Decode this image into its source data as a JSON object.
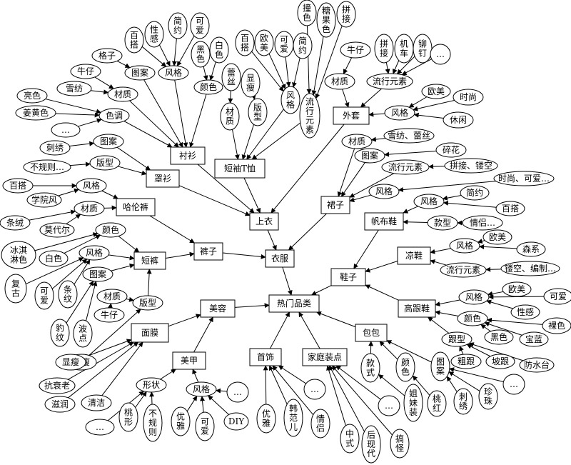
{
  "nodes": {
    "root": {
      "text": "热门品类",
      "shape": "box"
    },
    "yifu": {
      "text": "衣服",
      "shape": "box"
    },
    "shangyi": {
      "text": "上衣",
      "shape": "box"
    },
    "kuzi": {
      "text": "裤子",
      "shape": "box"
    },
    "xiezi": {
      "text": "鞋子",
      "shape": "box"
    },
    "meirong": {
      "text": "美容",
      "shape": "box"
    },
    "mianmo": {
      "text": "面膜",
      "shape": "box"
    },
    "meijia": {
      "text": "美甲",
      "shape": "box"
    },
    "shoushi": {
      "text": "首饰",
      "shape": "box"
    },
    "jiating": {
      "text": "家庭装点",
      "shape": "box"
    },
    "baobao": {
      "text": "包包",
      "shape": "box"
    },
    "chenshan": {
      "text": "衬衫",
      "shape": "box"
    },
    "zhaoshan": {
      "text": "罩衫",
      "shape": "box"
    },
    "duanxiu": {
      "text": "短袖T恤",
      "shape": "box"
    },
    "waitao": {
      "text": "外套",
      "shape": "box"
    },
    "qunzi": {
      "text": "裙子",
      "shape": "box"
    },
    "halun": {
      "text": "哈伦裤",
      "shape": "box"
    },
    "duanku": {
      "text": "短裤",
      "shape": "box"
    },
    "fanbu": {
      "text": "帆布鞋",
      "shape": "box"
    },
    "liangxie": {
      "text": "凉鞋",
      "shape": "box"
    },
    "gaogen": {
      "text": "高跟鞋",
      "shape": "box"
    },
    "cs_tuan": {
      "text": "图案",
      "shape": "oval"
    },
    "cs_fengge": {
      "text": "风格",
      "shape": "oval"
    },
    "cs_yanse": {
      "text": "颜色",
      "shape": "oval"
    },
    "cs_caizhi": {
      "text": "材质",
      "shape": "oval"
    },
    "cs_sediao": {
      "text": "色调",
      "shape": "oval"
    },
    "cs_gezi": {
      "text": "格子",
      "shape": "oval"
    },
    "cs_baida": {
      "text": "百\n搭",
      "shape": "oval"
    },
    "cs_xinggan": {
      "text": "性\n感",
      "shape": "oval"
    },
    "cs_jianyue": {
      "text": "简\n约",
      "shape": "oval"
    },
    "cs_keai": {
      "text": "可\n爱",
      "shape": "oval"
    },
    "cs_heise": {
      "text": "黑\n色",
      "shape": "oval"
    },
    "cs_baise": {
      "text": "白\n色",
      "shape": "oval"
    },
    "cs_niuzai": {
      "text": "牛仔",
      "shape": "oval"
    },
    "cs_xuefang": {
      "text": "雪纺",
      "shape": "oval"
    },
    "cs_liangse": {
      "text": "亮色",
      "shape": "oval"
    },
    "cs_jianghuang": {
      "text": "姜黄色",
      "shape": "oval"
    },
    "cs_dots": {
      "text": "…",
      "shape": "oval"
    },
    "zs_tuan": {
      "text": "图案",
      "shape": "oval"
    },
    "zs_banxing": {
      "text": "版型",
      "shape": "oval"
    },
    "zs_cixiu": {
      "text": "刺绣",
      "shape": "oval"
    },
    "zs_buguize": {
      "text": "不规则…",
      "shape": "oval"
    },
    "dx_leisi": {
      "text": "蕾\n丝",
      "shape": "oval"
    },
    "dx_xianshou": {
      "text": "显\n瘦",
      "shape": "oval"
    },
    "dx_caizhi": {
      "text": "材\n质",
      "shape": "oval"
    },
    "dx_banxing": {
      "text": "版\n型",
      "shape": "oval"
    },
    "dx_fengge": {
      "text": "风\n格",
      "shape": "oval"
    },
    "dx_baida": {
      "text": "百\n搭",
      "shape": "oval"
    },
    "dx_oumei": {
      "text": "欧\n美",
      "shape": "oval"
    },
    "dx_keai": {
      "text": "可\n爱",
      "shape": "oval"
    },
    "dx_jianyue": {
      "text": "简\n约",
      "shape": "oval"
    },
    "dx_liuxing": {
      "text": "流\n行\n元\n素",
      "shape": "oval"
    },
    "dx_zhuangse": {
      "text": "撞\n色",
      "shape": "oval"
    },
    "dx_tangguo": {
      "text": "糖\n果\n色",
      "shape": "oval"
    },
    "dx_pinjie": {
      "text": "拼\n接",
      "shape": "oval"
    },
    "wt_niuzai": {
      "text": "牛仔",
      "shape": "oval"
    },
    "wt_caizhi": {
      "text": "材质",
      "shape": "oval"
    },
    "wt_liuxing": {
      "text": "流行元素",
      "shape": "oval"
    },
    "wt_pinjie": {
      "text": "拼\n接",
      "shape": "oval"
    },
    "wt_jiche": {
      "text": "机\n车",
      "shape": "oval"
    },
    "wt_maoding": {
      "text": "铆\n钉",
      "shape": "oval"
    },
    "wt_dots": {
      "text": "…",
      "shape": "oval"
    },
    "wt_fengge": {
      "text": "风格",
      "shape": "oval"
    },
    "wt_oumei": {
      "text": "欧美",
      "shape": "oval"
    },
    "wt_shishang": {
      "text": "时尚",
      "shape": "oval"
    },
    "wt_xiuxian": {
      "text": "休闲",
      "shape": "oval"
    },
    "qz_caizhi": {
      "text": "材质",
      "shape": "oval"
    },
    "qz_xuefang": {
      "text": "雪纺、蕾丝",
      "shape": "oval"
    },
    "qz_tuan": {
      "text": "图案",
      "shape": "oval"
    },
    "qz_suihua": {
      "text": "碎花",
      "shape": "oval"
    },
    "qz_liuxing": {
      "text": "流行元素",
      "shape": "oval"
    },
    "qz_pinjie": {
      "text": "拼接、镂空",
      "shape": "oval"
    },
    "qz_fengge": {
      "text": "风格",
      "shape": "oval"
    },
    "qz_shishang": {
      "text": "时尚、可爱…",
      "shape": "oval"
    },
    "hl_fengge": {
      "text": "风格",
      "shape": "oval"
    },
    "hl_caizhi": {
      "text": "材质",
      "shape": "oval"
    },
    "hl_baida": {
      "text": "百搭",
      "shape": "oval"
    },
    "hl_xueyuan": {
      "text": "学院风",
      "shape": "oval"
    },
    "hl_tiaorong": {
      "text": "条绒",
      "shape": "oval"
    },
    "hl_modaier": {
      "text": "莫代尔",
      "shape": "oval"
    },
    "dk_yanse": {
      "text": "颜色",
      "shape": "oval"
    },
    "dk_fengge": {
      "text": "风格",
      "shape": "oval"
    },
    "dk_tuan": {
      "text": "图案",
      "shape": "oval"
    },
    "dk_caizhi": {
      "text": "材质",
      "shape": "oval"
    },
    "dk_banxing": {
      "text": "版型",
      "shape": "oval"
    },
    "dk_niuzai": {
      "text": "牛仔",
      "shape": "oval"
    },
    "dk_bingqilin": {
      "text": "冰淇\n淋色",
      "shape": "oval"
    },
    "dk_baise": {
      "text": "白色",
      "shape": "oval"
    },
    "dk_fugu": {
      "text": "复\n古",
      "shape": "oval"
    },
    "dk_keai": {
      "text": "可\n爱",
      "shape": "oval"
    },
    "dk_tiaowen": {
      "text": "条\n纹",
      "shape": "oval"
    },
    "dk_baowen": {
      "text": "豹\n纹",
      "shape": "oval"
    },
    "dk_bodian": {
      "text": "波\n点",
      "shape": "oval"
    },
    "dk_xianshou": {
      "text": "显瘦",
      "shape": "oval"
    },
    "fb_fengge": {
      "text": "风格",
      "shape": "oval"
    },
    "fb_jianyue": {
      "text": "简约",
      "shape": "oval"
    },
    "fb_baida": {
      "text": "百搭",
      "shape": "oval"
    },
    "fb_kuanxing": {
      "text": "款型",
      "shape": "oval"
    },
    "fb_qinglv": {
      "text": "情侣…",
      "shape": "oval"
    },
    "lx_fengge": {
      "text": "风格",
      "shape": "oval"
    },
    "lx_oumei": {
      "text": "欧美",
      "shape": "oval"
    },
    "lx_senxi": {
      "text": "森系",
      "shape": "oval"
    },
    "lx_liuxing": {
      "text": "流行元素",
      "shape": "oval"
    },
    "lx_loukong": {
      "text": "镂空、编制…",
      "shape": "oval"
    },
    "gg_fengge": {
      "text": "风格",
      "shape": "oval"
    },
    "gg_oumei": {
      "text": "欧美",
      "shape": "oval"
    },
    "gg_keai": {
      "text": "可爱",
      "shape": "oval"
    },
    "gg_xinggan": {
      "text": "性感",
      "shape": "oval"
    },
    "gg_yanse": {
      "text": "颜色",
      "shape": "oval"
    },
    "gg_luose": {
      "text": "裸色",
      "shape": "oval"
    },
    "gg_heise": {
      "text": "黑色",
      "shape": "oval"
    },
    "gg_baolan": {
      "text": "宝蓝",
      "shape": "oval"
    },
    "gg_genxing": {
      "text": "跟型",
      "shape": "oval"
    },
    "gg_cugen": {
      "text": "粗跟",
      "shape": "oval"
    },
    "gg_pogen": {
      "text": "坡跟",
      "shape": "oval"
    },
    "gg_fangshuitai": {
      "text": "防水台",
      "shape": "oval"
    },
    "bb_kuanshi": {
      "text": "款\n式",
      "shape": "oval"
    },
    "bb_yanse": {
      "text": "颜\n色",
      "shape": "oval"
    },
    "bb_tuan": {
      "text": "图\n案",
      "shape": "oval"
    },
    "bb_zimeizhuang": {
      "text": "姐\n妹\n装",
      "shape": "oval"
    },
    "bb_taohong": {
      "text": "桃\n红",
      "shape": "oval"
    },
    "bb_cixiu": {
      "text": "刺\n绣",
      "shape": "oval"
    },
    "bb_zhenzhu": {
      "text": "珍\n珠",
      "shape": "oval"
    },
    "bb_dots": {
      "text": "…",
      "shape": "oval"
    },
    "bb_dots2": {
      "text": "…",
      "shape": "oval"
    },
    "jt_zhongshi": {
      "text": "中\n式",
      "shape": "oval"
    },
    "jt_houxiandai": {
      "text": "后\n现\n代",
      "shape": "oval"
    },
    "jt_gaoguai": {
      "text": "搞\n怪",
      "shape": "oval"
    },
    "ss_youya": {
      "text": "优\n雅",
      "shape": "oval"
    },
    "ss_hanfan": {
      "text": "韩\n范\n儿",
      "shape": "oval"
    },
    "ss_qinglv": {
      "text": "情\n侣",
      "shape": "oval"
    },
    "ss_dots": {
      "text": "…",
      "shape": "oval"
    },
    "mm_xianshou": {
      "text": "显瘦",
      "shape": "oval"
    },
    "mm_kangshuailao": {
      "text": "抗衰老",
      "shape": "oval"
    },
    "mm_ziruen": {
      "text": "滋润",
      "shape": "oval"
    },
    "mm_qingjie": {
      "text": "清洁",
      "shape": "oval"
    },
    "mj_xingzhuang": {
      "text": "形状",
      "shape": "oval"
    },
    "mj_fengge": {
      "text": "风格",
      "shape": "oval"
    },
    "mj_dots1": {
      "text": "…",
      "shape": "oval"
    },
    "mj_taoxing": {
      "text": "桃\n形",
      "shape": "oval"
    },
    "mj_buguize": {
      "text": "不\n规\n则",
      "shape": "oval"
    },
    "mj_youya": {
      "text": "优\n雅",
      "shape": "oval"
    },
    "mj_keai": {
      "text": "可\n爱",
      "shape": "oval"
    },
    "mj_diy": {
      "text": "DIY",
      "shape": "oval"
    },
    "mj_dots2": {
      "text": "…",
      "shape": "oval"
    }
  }
}
